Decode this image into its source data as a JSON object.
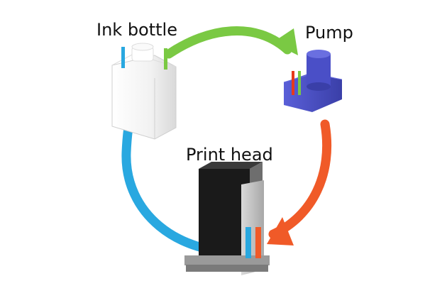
{
  "labels": {
    "ink_bottle": "Ink bottle",
    "pump": "Pump",
    "print_head": "Print head"
  },
  "colors": {
    "arrow_bottle_to_pump": "#7ac943",
    "arrow_pump_to_head": "#f05a28",
    "arrow_head_to_bottle": "#29a8e0",
    "pump_body": "#4a4fc7",
    "bottle_body": "#f4f4f4",
    "print_head_body": "#1a1a1a"
  },
  "icons": {
    "ink_bottle": "ink-bottle-icon",
    "pump": "pump-icon",
    "print_head": "print-head-icon"
  }
}
